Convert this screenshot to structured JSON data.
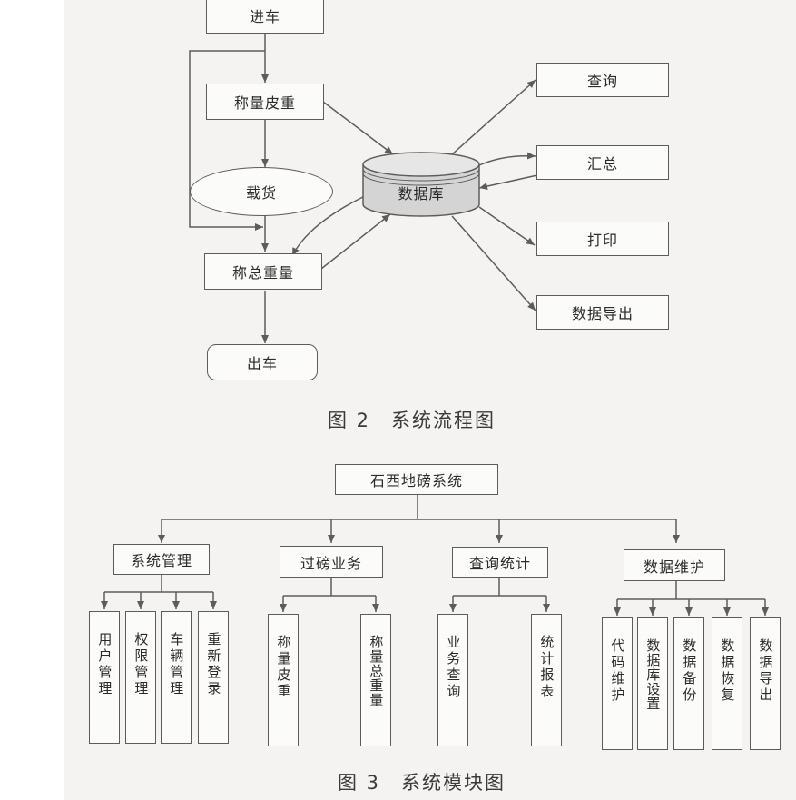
{
  "flowchart": {
    "enter": "进车",
    "tare": "称量皮重",
    "load": "载货",
    "gross": "称总重量",
    "exit": "出车",
    "database": "数据库",
    "query": "查询",
    "summary": "汇总",
    "print": "打印",
    "export": "数据导出",
    "caption": "图 2　系统流程图"
  },
  "module_diagram": {
    "root": "石西地磅系统",
    "groups": [
      {
        "label": "系统管理",
        "items": [
          "用户管理",
          "权限管理",
          "车辆管理",
          "重新登录"
        ]
      },
      {
        "label": "过磅业务",
        "items": [
          "称量皮重",
          "称量总重量"
        ]
      },
      {
        "label": "查询统计",
        "items": [
          "业务查询",
          "统计报表"
        ]
      },
      {
        "label": "数据维护",
        "items": [
          "代码维护",
          "数据库设置",
          "数据备份",
          "数据恢复",
          "数据导出"
        ]
      }
    ],
    "caption": "图 3　系统模块图"
  },
  "colors": {
    "line": "#5c5c5c",
    "page": "#f4f3f1",
    "database_fill": "#d4d4d4"
  }
}
